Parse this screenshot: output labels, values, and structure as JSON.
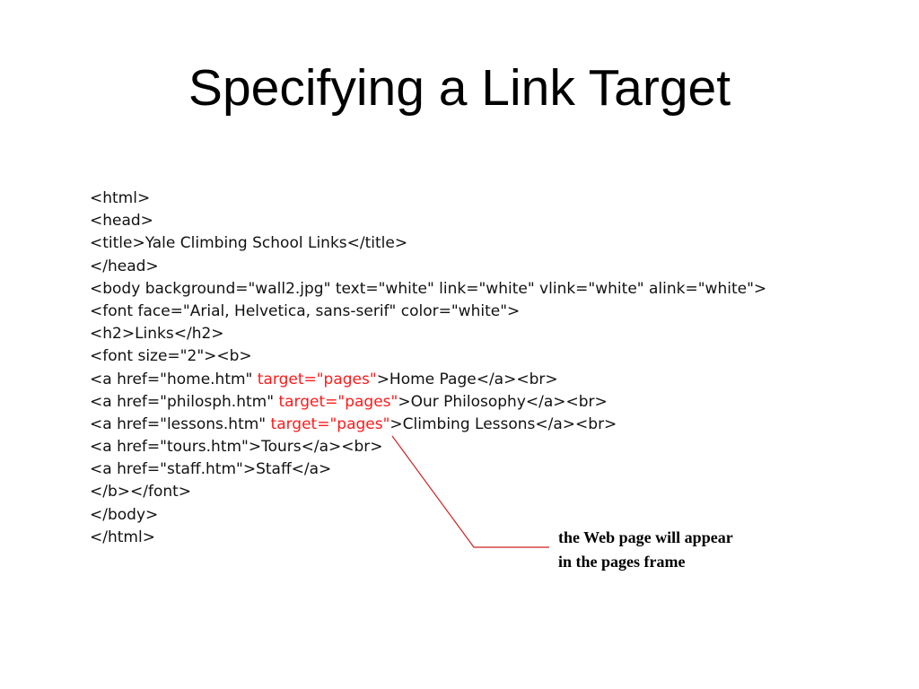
{
  "slide": {
    "title": "Specifying a Link Target"
  },
  "code": {
    "lines": [
      {
        "segments": [
          {
            "text": "<html>",
            "highlight": false
          }
        ]
      },
      {
        "segments": [
          {
            "text": "<head>",
            "highlight": false
          }
        ]
      },
      {
        "segments": [
          {
            "text": "<title>Yale Climbing School Links</title>",
            "highlight": false
          }
        ]
      },
      {
        "segments": [
          {
            "text": "</head>",
            "highlight": false
          }
        ]
      },
      {
        "segments": [
          {
            "text": "<body background=\"wall2.jpg\" text=\"white\" link=\"white\" vlink=\"white\" alink=\"white\">",
            "highlight": false
          }
        ]
      },
      {
        "segments": [
          {
            "text": "<font face=\"Arial, Helvetica, sans-serif\" color=\"white\">",
            "highlight": false
          }
        ]
      },
      {
        "segments": [
          {
            "text": "<h2>Links</h2>",
            "highlight": false
          }
        ]
      },
      {
        "segments": [
          {
            "text": "<font size=\"2\"><b>",
            "highlight": false
          }
        ]
      },
      {
        "segments": [
          {
            "text": "<a href=\"home.htm\" ",
            "highlight": false
          },
          {
            "text": "target=\"pages\"",
            "highlight": true
          },
          {
            "text": ">Home Page</a><br>",
            "highlight": false
          }
        ]
      },
      {
        "segments": [
          {
            "text": "<a href=\"philosph.htm\" ",
            "highlight": false
          },
          {
            "text": "target=\"pages\"",
            "highlight": true
          },
          {
            "text": ">Our Philosophy</a><br>",
            "highlight": false
          }
        ]
      },
      {
        "segments": [
          {
            "text": "<a href=\"lessons.htm\" ",
            "highlight": false
          },
          {
            "text": "target=\"pages\"",
            "highlight": true
          },
          {
            "text": ">Climbing Lessons</a><br>",
            "highlight": false
          }
        ]
      },
      {
        "segments": [
          {
            "text": "<a href=\"tours.htm\">Tours</a><br>",
            "highlight": false
          }
        ]
      },
      {
        "segments": [
          {
            "text": "<a href=\"staff.htm\">Staff</a>",
            "highlight": false
          }
        ]
      },
      {
        "segments": [
          {
            "text": "</b></font>",
            "highlight": false
          }
        ]
      },
      {
        "segments": [
          {
            "text": "</body>",
            "highlight": false
          }
        ]
      },
      {
        "segments": [
          {
            "text": "</html>",
            "highlight": false
          }
        ]
      }
    ],
    "highlight_color": "#ff1a1a"
  },
  "callout": {
    "text": "the Web page will appear in the pages frame",
    "line_color": "#cc2222"
  }
}
